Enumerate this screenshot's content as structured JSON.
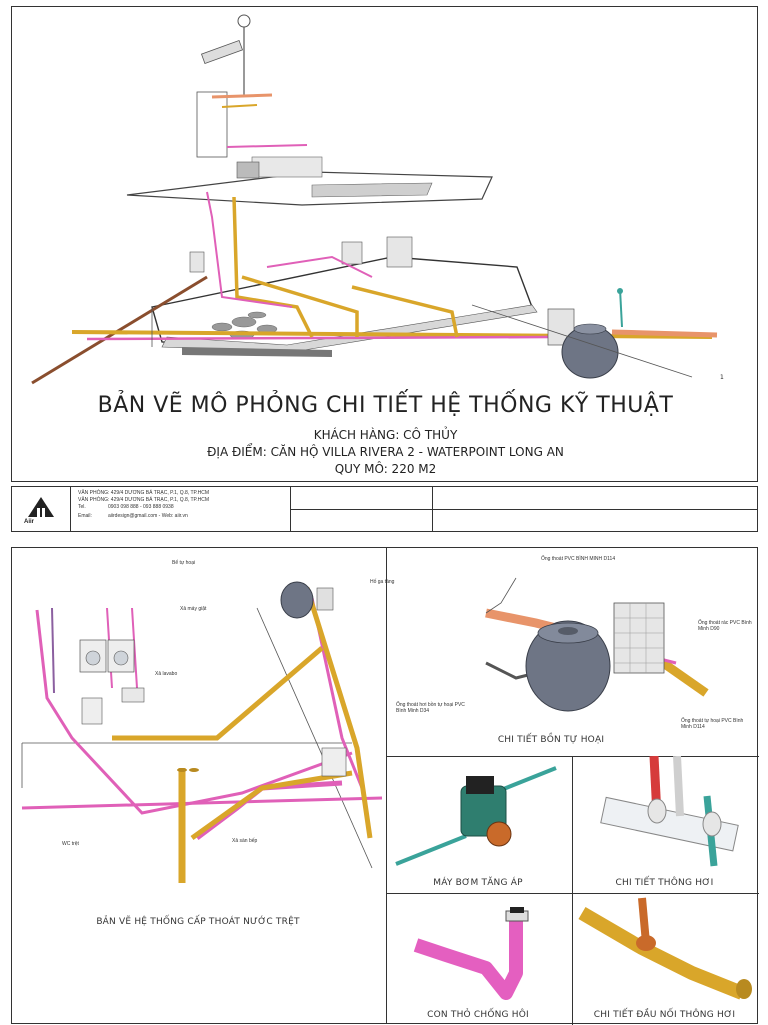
{
  "cover": {
    "title": "BẢN VẼ MÔ PHỎNG CHI TIẾT HỆ THỐNG KỸ THUẬT",
    "client": "KHÁCH HÀNG: CÔ THỦY",
    "location": "ĐỊA ĐIỂM: CĂN HỘ VILLA RIVERA 2 - WATERPOINT LONG AN",
    "scale": "QUY MÔ: 220 M2",
    "corner_mark": "1"
  },
  "titleblock": {
    "logo_text": "Aiir",
    "office1": "VĂN PHÒNG: 429/4 DƯƠNG BÁ TRẠC, P.1, Q.8, TP.HCM",
    "office2": "VĂN PHÒNG: 429/4 DƯƠNG BÁ TRẠC, P.1, Q.8, TP.HCM",
    "tel_label": "Tel.",
    "tel_value": "0903 098 888 - 093 888 0938",
    "email_label": "Email:",
    "email_value": "aiirdesign@gmail.com - Web: aiir.vn"
  },
  "sheet2": {
    "main_caption": "BẢN VẼ HỆ THỐNG CẤP THOÁT NƯỚC TRỆT",
    "main_labels": {
      "tank": "Bể tự hoại",
      "septic": "Hố ga tầng",
      "washer": "Xả máy giặt",
      "sink": "Xả lavabo",
      "floor_drain": "Xả sàn bếp",
      "wc": "WC trệt"
    },
    "septic": {
      "caption": "CHI TIẾT BỒN TỰ HOẠI",
      "label_top": "Ống thoát PVC BÌNH MINH D114",
      "label_right": "Ống thoát rác PVC Bình Minh D90",
      "label_left": "Ống thoát hơi bồn tự hoại PVC Bình Minh D34",
      "label_bottom": "Ống thoát tự hoại PVC Bình Minh D114"
    },
    "pump_caption": "MÁY BƠM TĂNG ÁP",
    "vent_caption": "CHI TIẾT THÔNG HƠI",
    "trap_caption": "CON THỎ CHỐNG HÔI",
    "vent_joint_caption": "CHI TIẾT ĐẦU NỐI THÔNG HƠI"
  },
  "colors": {
    "pink_pipe": "#e060b8",
    "yellow_pipe": "#d9a62a",
    "orange_pipe": "#e8946a",
    "teal_pipe": "#3aa39a",
    "brown_pipe": "#8a4e2e",
    "tank_gray": "#6e7585"
  }
}
